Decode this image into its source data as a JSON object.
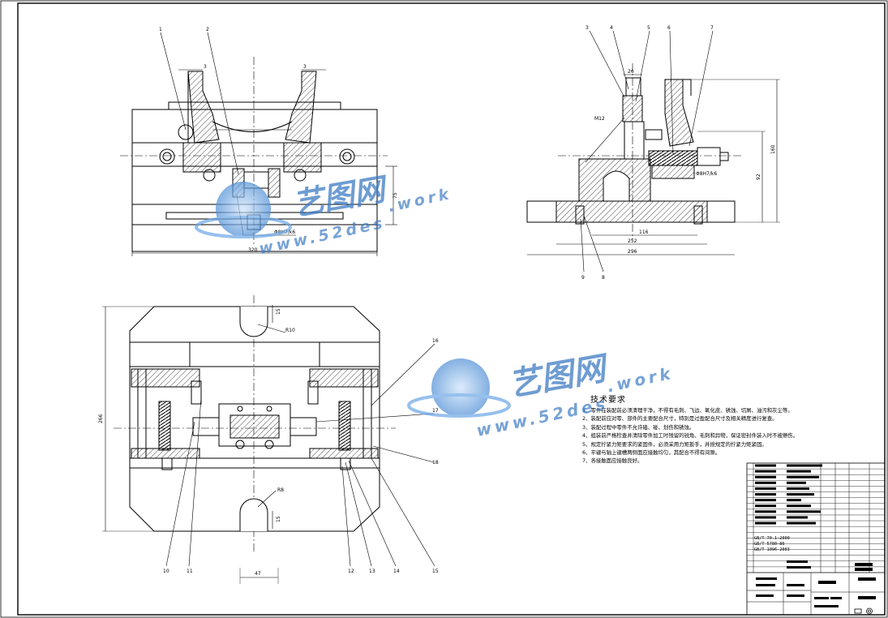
{
  "drawing": {
    "top_view_callouts": [
      "1",
      "2",
      "3",
      "3"
    ],
    "side_view_callouts_top": [
      "3",
      "4",
      "5",
      "6",
      "7"
    ],
    "side_view_callouts_bottom": [
      "9",
      "8"
    ],
    "plan_view_callouts_left": [
      "10",
      "11"
    ],
    "plan_view_callouts_bottom": [
      "12",
      "13",
      "14",
      "15"
    ],
    "plan_view_callouts_right": [
      "16",
      "17",
      "18"
    ],
    "dims": {
      "front_width": "320",
      "front_height": "75",
      "front_fit": "Φ8H7/k6",
      "side_top_width": "26",
      "side_thread": "M12",
      "side_fit": "Φ8H7/k6",
      "side_w1": "116",
      "side_w2": "252",
      "side_w3": "296",
      "side_h1": "92",
      "side_h2": "160",
      "plan_height": "266",
      "plan_slot_top": "15",
      "plan_slot_bottom": "15",
      "plan_r1": "R10",
      "plan_r2": "R8",
      "plan_bottom_dim": "47"
    }
  },
  "technical_requirements": {
    "title": "技术要求",
    "lines": [
      "1、零件在装配前必须清理干净，不得有毛刺、飞边、氧化皮、锈蚀、切屑、油污和灰尘等。",
      "2、装配前应对零、部件的主要配合尺寸，特别是过盈配合尺寸及相关精度进行复查。",
      "3、装配过程中零件不允许磕、碰、划伤和锈蚀。",
      "4、组装前严格检查并清除零件加工时残留的锐角、毛刺和异物，保证密封件装入时不被擦伤。",
      "5、规定拧紧力矩要求的紧固件，必须采用力矩扳手，并按规定的拧紧力矩紧固。",
      "6、平键与轴上键槽两侧面应接触均匀，其配合不得有间隙。",
      "7、各接触面应接触良好。"
    ]
  },
  "title_block": {
    "standards": [
      "GB/T 70.1-2000",
      "GB/T 5780-86",
      "GB/T 1096-2003"
    ]
  },
  "watermark": {
    "brand": "艺图网",
    "url_a": "www.52des",
    "url_b": ".work"
  }
}
